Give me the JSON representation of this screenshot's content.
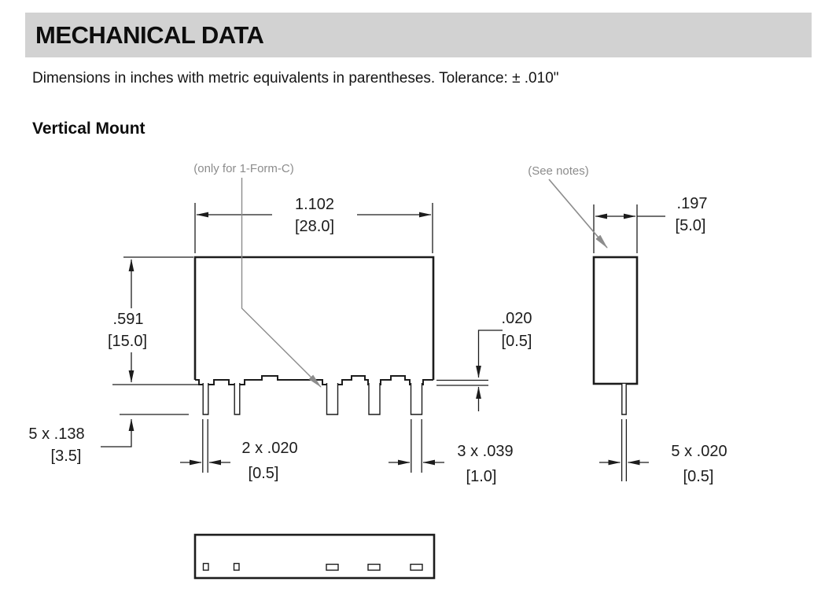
{
  "header": {
    "title": "MECHANICAL DATA"
  },
  "intro": "Dimensions in inches with metric equivalents in parentheses. Tolerance: ± .010\"",
  "section": {
    "title": "Vertical Mount"
  },
  "drawing": {
    "labels": {
      "only_form_c": "(only for 1-Form-C)",
      "see_notes": "(See notes)"
    },
    "dims": {
      "body_width_in": "1.102",
      "body_width_mm": "[28.0]",
      "side_depth_in": ".197",
      "side_depth_mm": "[5.0]",
      "body_height_in": ".591",
      "body_height_mm": "[15.0]",
      "standoff_in": ".020",
      "standoff_mm": "[0.5]",
      "pin_length_in": "5 x .138",
      "pin_length_mm": "[3.5]",
      "thin_pin_width_in": "2 x .020",
      "thin_pin_width_mm": "[0.5]",
      "wide_pin_width_in": "3 x .039",
      "wide_pin_width_mm": "[1.0]",
      "pin_thickness_in": "5 x .020",
      "pin_thickness_mm": "[0.5]"
    },
    "colors": {
      "line": "#1c1c1c",
      "leader": "#8c8c8c",
      "header_bg": "#d2d2d2"
    }
  }
}
